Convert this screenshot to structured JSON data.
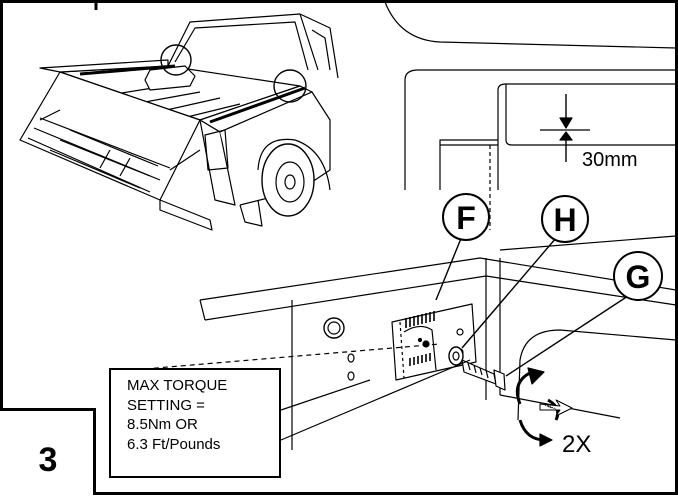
{
  "step": {
    "number": "3"
  },
  "callouts": [
    {
      "letter": "F",
      "part": "F"
    },
    {
      "letter": "H",
      "part": "H"
    },
    {
      "letter": "G",
      "part": "G"
    }
  ],
  "dimension": {
    "label": "30mm"
  },
  "torque_note": {
    "lines": [
      "MAX TORQUE",
      "SETTING =",
      "8.5Nm OR",
      "6.3 Ft/Pounds"
    ]
  },
  "quantity": {
    "label": "2X"
  },
  "colors": {
    "line": "#000000",
    "background": "#ffffff"
  }
}
